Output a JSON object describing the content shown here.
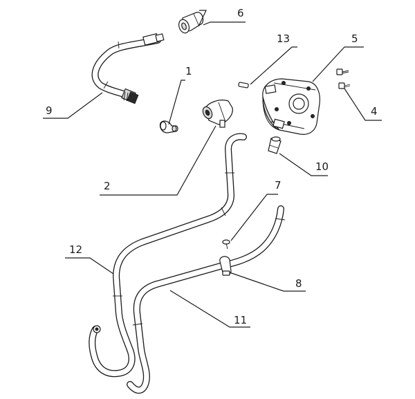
{
  "diagram": {
    "labels": {
      "p1": "1",
      "p2": "2",
      "p4": "4",
      "p5": "5",
      "p6": "6",
      "p7": "7",
      "p8": "8",
      "p9": "9",
      "p10": "10",
      "p11": "11",
      "p12": "12",
      "p13": "13"
    }
  }
}
